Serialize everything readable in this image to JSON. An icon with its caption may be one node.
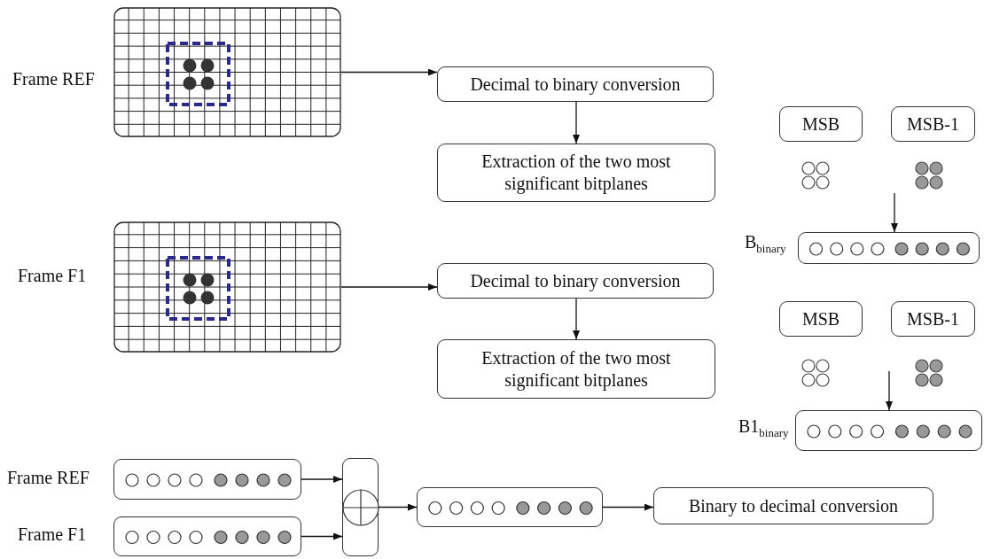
{
  "diagram": {
    "nodes": [
      {
        "text": [],
        "shape": "picture",
        "beside": [
          "Frame REF"
        ]
      },
      {
        "text": [
          "Decimal to binary conversion"
        ]
      },
      {
        "text": [
          "Extraction of the two most significant bitplanes"
        ]
      },
      {
        "text": [],
        "shape": "picture",
        "beside": [
          "Frame F1"
        ]
      },
      {
        "text": [
          "Decimal to binary conversion"
        ]
      },
      {
        "text": [
          "Extraction of the two most significant bitplanes"
        ]
      },
      {
        "text": [
          "MSB"
        ]
      },
      {
        "text": [
          "MSB-1"
        ]
      },
      {
        "text": [],
        "shape": "box",
        "beside": [
          "B$_{binary}$"
        ]
      },
      {
        "text": [
          "MSB"
        ]
      },
      {
        "text": [
          "MSB-1"
        ]
      },
      {
        "text": [],
        "shape": "box",
        "beside": [
          "B1$_{binary}$"
        ]
      },
      {
        "text": [],
        "shape": "box",
        "beside": [
          "Frame REF"
        ]
      },
      {
        "text": [],
        "shape": "box",
        "beside": [
          "Frame F1"
        ]
      },
      {
        "text": [],
        "shape": "box"
      },
      {
        "text": [],
        "shape": "box"
      },
      {
        "text": [
          "Binary to decimal conversion"
        ]
      }
    ],
    "edges": [
      {
        "from": 0,
        "to": 1,
        "arrow": "to"
      },
      {
        "from": 1,
        "to": 2,
        "arrow": "to"
      },
      {
        "from": 3,
        "to": 4,
        "arrow": "to"
      },
      {
        "from": 4,
        "to": 5,
        "arrow": "to"
      },
      {
        "from": null,
        "to": 8,
        "arrow": "to"
      },
      {
        "from": null,
        "to": 11,
        "arrow": "to"
      },
      {
        "from": 12,
        "to": 14,
        "arrow": "to"
      },
      {
        "from": 13,
        "to": 14,
        "arrow": "to"
      },
      {
        "from": 14,
        "to": 15,
        "arrow": "to"
      },
      {
        "from": 15,
        "to": 16,
        "arrow": "to"
      }
    ]
  }
}
